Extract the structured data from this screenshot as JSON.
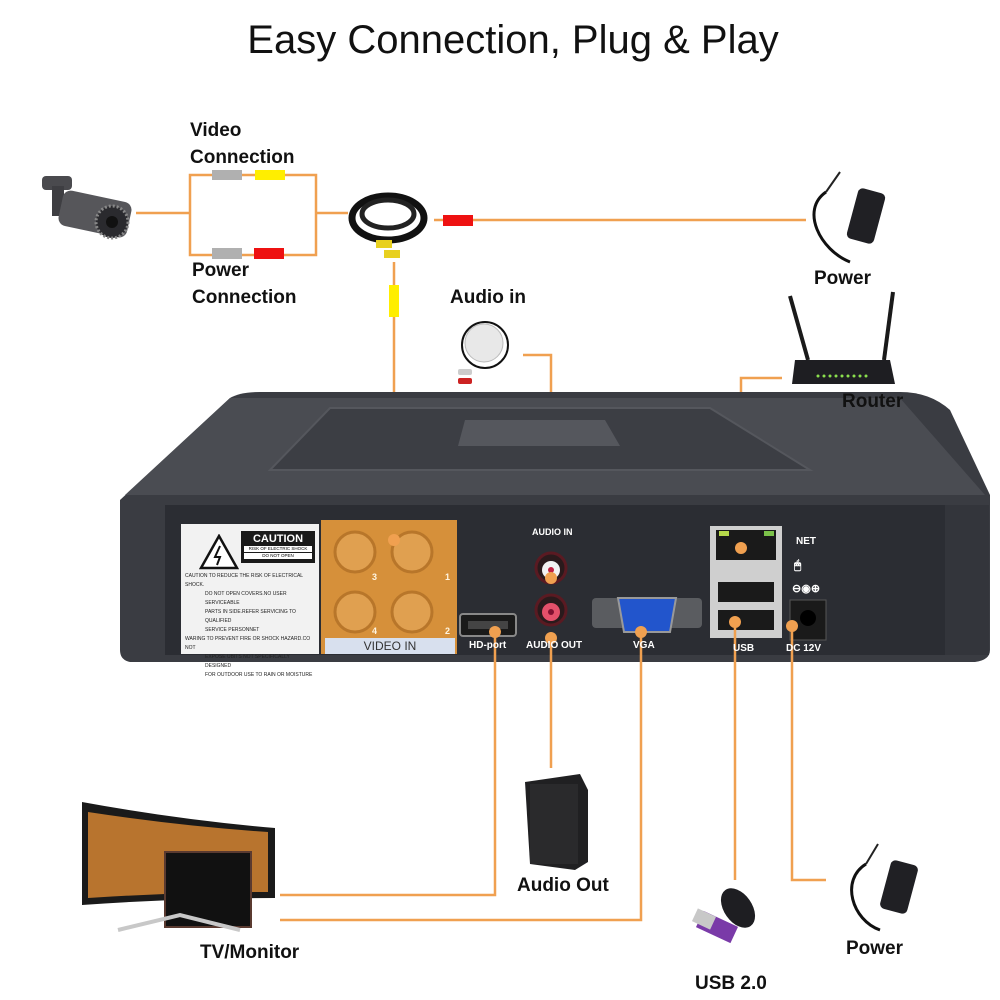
{
  "title": "Easy Connection, Plug & Play",
  "colors": {
    "connector_line": "#f0a050",
    "video_plug": "#ffee00",
    "power_plug": "#ee1111",
    "gray_plug": "#b0b0b0",
    "dvr_body": "#2e3036",
    "video_in_panel": "#d6903a",
    "vga_port": "#2255cc"
  },
  "labels": {
    "video_connection": [
      "Video",
      "Connection"
    ],
    "power_connection": [
      "Power",
      "Connection"
    ],
    "power_top": "Power",
    "audio_in": "Audio in",
    "router": "Router",
    "audio_out": "Audio Out",
    "tv_monitor": "TV/Monitor",
    "usb": "USB 2.0",
    "power_bottom": "Power"
  },
  "dvr": {
    "caution": {
      "heading": "CAUTION",
      "sub1": "RISK OF ELECTRIC SHOCK",
      "sub2": "DO NOT OPEN",
      "lines": [
        "CAUTION TO REDUCE THE RISK OF ELECTRICAL SHOCK.",
        "DO NOT OPEN COVERS.NO USER SERVICEABLE",
        "PARTS IN SIDE.REFER SERVICING TO QUALIFIED",
        "SERVICE PERSONNET",
        "WARING TO PREVENT FIRE OR SHOCK HAZARD.CO NOT",
        "EXPOSE UBITS NOT SPECIFICALLY DESIGNED",
        "FOR OUTDOOR USE TO RAIN OR MOISTURE"
      ]
    },
    "ports": {
      "video_in": "VIDEO IN",
      "channel_numbers": [
        "3",
        "1",
        "4",
        "2"
      ],
      "audio_in": "AUDIO IN",
      "audio_out": "AUDIO OUT",
      "hd_port": "HD-port",
      "vga": "VGA",
      "net": "NET",
      "usb": "USB",
      "dc": "DC 12V",
      "polarity": "⊖◉⊕",
      "mouse_symbol": "🖱"
    }
  }
}
